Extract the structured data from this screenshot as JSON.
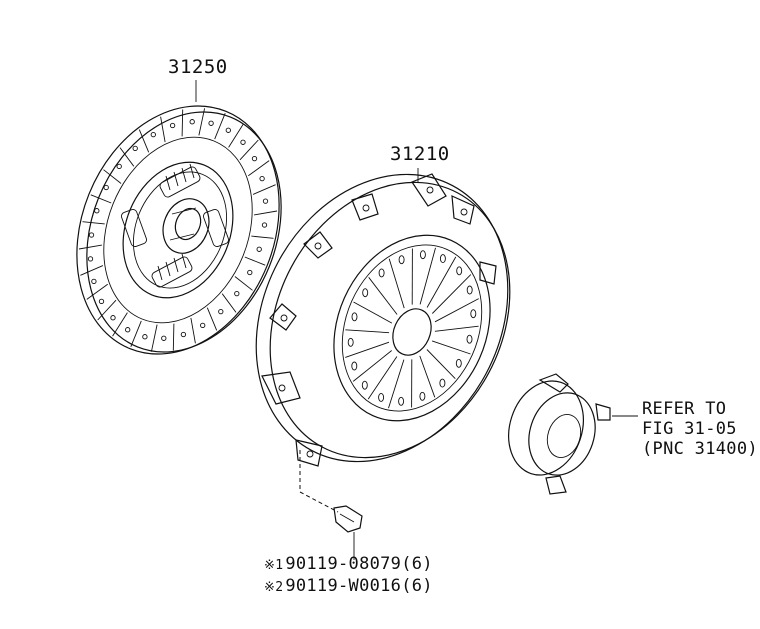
{
  "parts": {
    "clutch_disc": {
      "part_number": "31250"
    },
    "clutch_cover": {
      "part_number": "31210"
    },
    "release_bearing": {
      "note_line1": "REFER TO",
      "note_line2": "FIG 31-05",
      "note_line3": "(PNC 31400)"
    },
    "bolt": {
      "variants": [
        {
          "marker": "※1",
          "part_number": "90119-08079(6)"
        },
        {
          "marker": "※2",
          "part_number": "90119-W0016(6)"
        }
      ]
    }
  },
  "colors": {
    "ink": "#111111",
    "background": "#ffffff"
  }
}
